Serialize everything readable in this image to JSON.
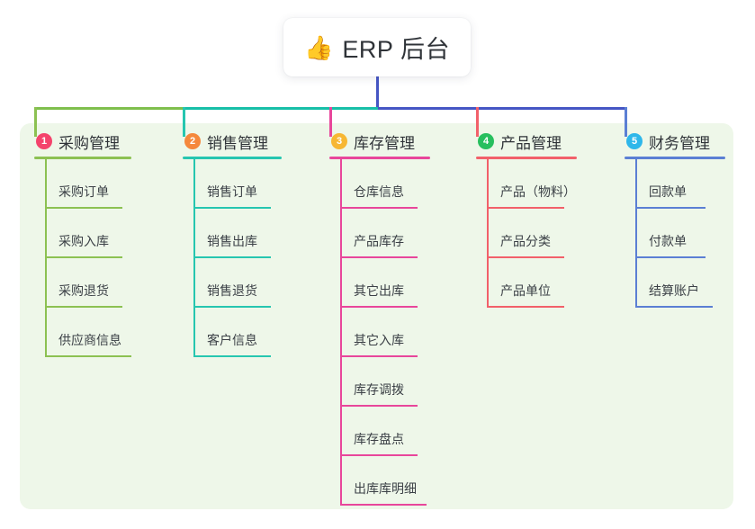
{
  "root": {
    "icon": "thumbs-up-emoji",
    "emoji": "👍",
    "title": "ERP 后台"
  },
  "panel": {
    "background_color": "#eef7e9"
  },
  "connector_colors": {
    "stem": "#4556c4",
    "bus_segment_1": "#7fbf4d",
    "bus_segment_2": "#17bfa8",
    "bus_segment_3": "#4556c4"
  },
  "columns": [
    {
      "number": "1",
      "title": "采购管理",
      "badge_color": "#f4436c",
      "line_color": "#8cc152",
      "items": [
        {
          "label": "采购订单"
        },
        {
          "label": "采购入库"
        },
        {
          "label": "采购退货"
        },
        {
          "label": "供应商信息"
        }
      ]
    },
    {
      "number": "2",
      "title": "销售管理",
      "badge_color": "#f5883c",
      "line_color": "#26c6b0",
      "items": [
        {
          "label": "销售订单"
        },
        {
          "label": "销售出库"
        },
        {
          "label": "销售退货"
        },
        {
          "label": "客户信息"
        }
      ]
    },
    {
      "number": "3",
      "title": "库存管理",
      "badge_color": "#f7b733",
      "line_color": "#e8469b",
      "items": [
        {
          "label": "仓库信息"
        },
        {
          "label": "产品库存"
        },
        {
          "label": "其它出库"
        },
        {
          "label": "其它入库"
        },
        {
          "label": "库存调拨"
        },
        {
          "label": "库存盘点"
        },
        {
          "label": "出库库明细"
        }
      ]
    },
    {
      "number": "4",
      "title": "产品管理",
      "badge_color": "#27bf5e",
      "line_color": "#f2606a",
      "items": [
        {
          "label": "产品（物料）"
        },
        {
          "label": "产品分类"
        },
        {
          "label": "产品单位"
        }
      ]
    },
    {
      "number": "5",
      "title": "财务管理",
      "badge_color": "#2eb7ea",
      "line_color": "#5b7fd4",
      "items": [
        {
          "label": "回款单"
        },
        {
          "label": "付款单"
        },
        {
          "label": "结算账户"
        }
      ]
    }
  ]
}
